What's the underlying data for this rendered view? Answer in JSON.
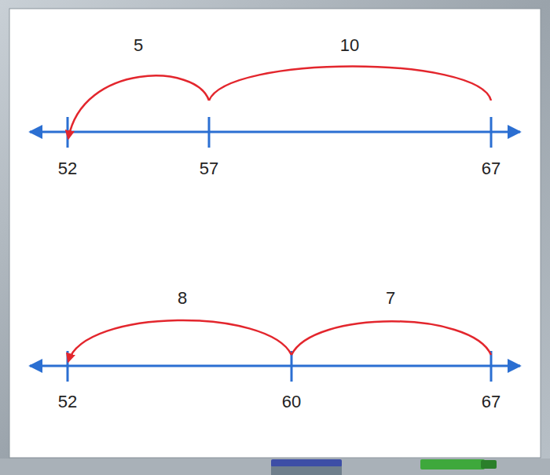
{
  "diagram": {
    "labels": [
      "5",
      "10",
      "52",
      "57",
      "67",
      "8",
      "7",
      "52",
      "60",
      "67"
    ]
  }
}
